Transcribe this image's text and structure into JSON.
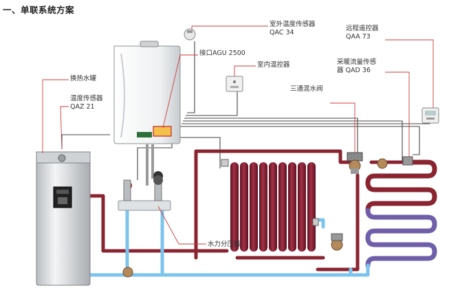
{
  "heading": "一、单联系统方案",
  "labels": {
    "outdoor_sensor_name": "室外温度传感器",
    "outdoor_sensor_model": "QAC 34",
    "interface": "接口AGU 2500",
    "room_controller": "室内温控器",
    "remote_controller_name": "远程遥控器",
    "remote_controller_model": "QAA 73",
    "flow_sensor_name": "采暖流量传感",
    "flow_sensor_model": "器 QAD 36",
    "mixing_valve": "三通混水阀",
    "tank": "换热水罐",
    "temp_sensor_name": "温度传感器",
    "temp_sensor_model": "QAZ 21",
    "hydraulic_separator": "水力分压器"
  },
  "colors": {
    "hot_pipe": "#8a2430",
    "cold_pipe": "#7cc4ec",
    "leader_line": "#cc3b3b",
    "wire": "#444444",
    "boiler": "#f2f3f4",
    "radiator": "#8c1e33"
  }
}
